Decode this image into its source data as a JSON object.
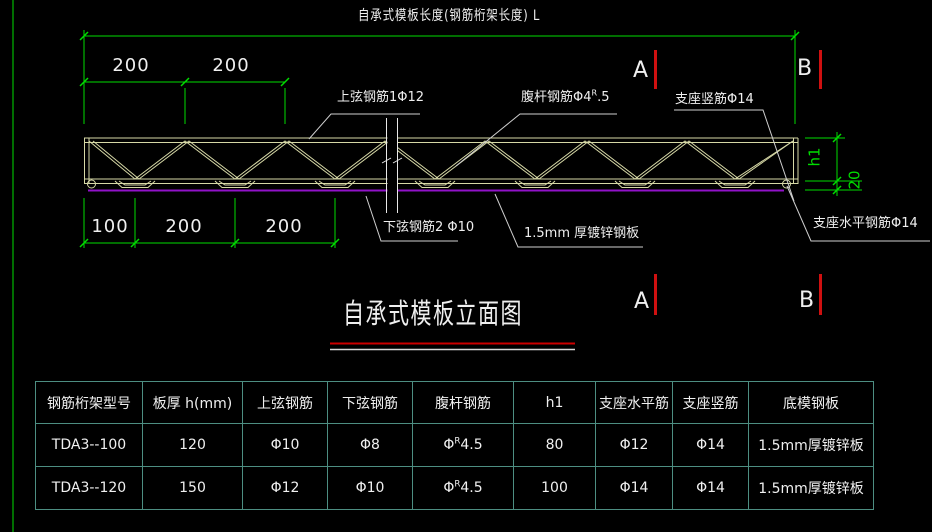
{
  "colors": {
    "background": "#000000",
    "dimension_green": "#00dd00",
    "truss_yellow": "#d6d8a6",
    "plate_purple": "#9012c8",
    "section_red": "#cf1010",
    "table_border_teal": "#4d8e82",
    "text_white": "#efefef"
  },
  "drawing": {
    "top_length_label": "自承式模板长度(钢筋桁架长度) L",
    "dims_top": [
      "200",
      "200"
    ],
    "dims_bottom": [
      "100",
      "200",
      "200"
    ],
    "dims_right": {
      "h1": "h1",
      "gap": "20"
    },
    "labels": {
      "top_chord": "上弦钢筋1Φ12",
      "web": "腹杆钢筋Φ4^R^.5",
      "support_vertical": "支座竖筋Φ14",
      "support_horizontal": "支座水平钢筋Φ14",
      "bottom_chord": "下弦钢筋2 Φ10",
      "plate": "1.5mm 厚镀锌钢板"
    },
    "sections": {
      "a": "A",
      "b": "B"
    }
  },
  "title": "自承式模板立面图",
  "table": {
    "headers": [
      "钢筋桁架型号",
      "板厚 h(mm)",
      "上弦钢筋",
      "下弦钢筋",
      "腹杆钢筋",
      "h1",
      "支座水平筋",
      "支座竖筋",
      "底模钢板"
    ],
    "rows": [
      [
        "TDA3--100",
        "120",
        "Φ10",
        "Φ8",
        "Φ^R^4.5",
        "80",
        "Φ12",
        "Φ14",
        "1.5mm厚镀锌板"
      ],
      [
        "TDA3--120",
        "150",
        "Φ12",
        "Φ10",
        "Φ^R^4.5",
        "100",
        "Φ14",
        "Φ14",
        "1.5mm厚镀锌板"
      ]
    ]
  }
}
